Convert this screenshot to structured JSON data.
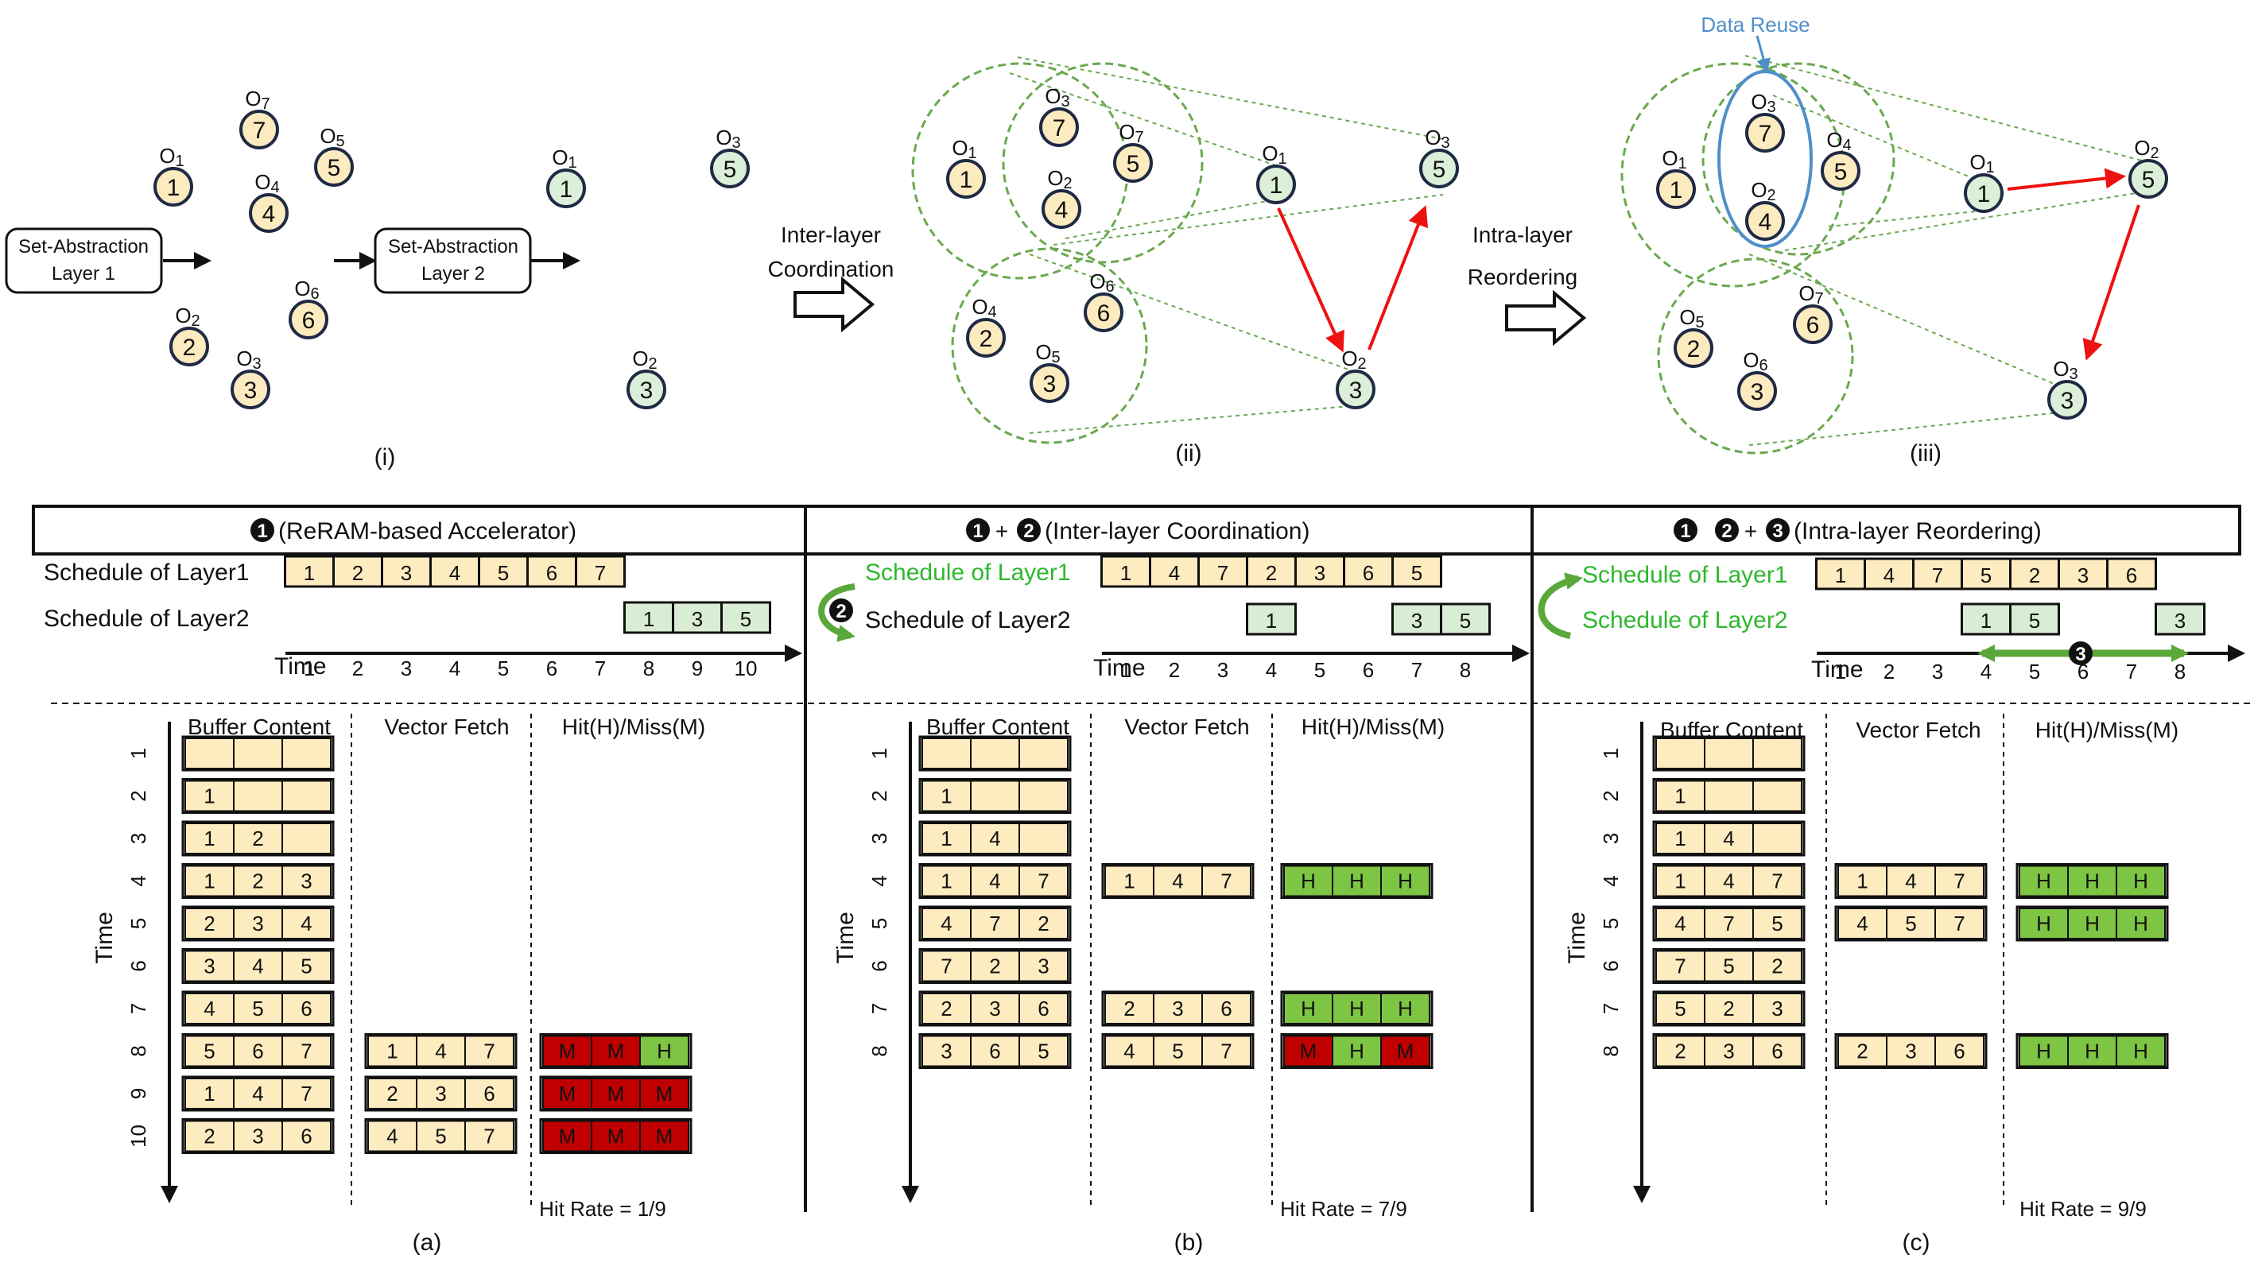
{
  "top": {
    "panels": [
      {
        "caption": "(i)",
        "layer1_label": [
          "Set-Abstraction",
          "Layer 1"
        ],
        "layer2_label": [
          "Set-Abstraction",
          "Layer 2"
        ],
        "input_points": [
          {
            "label": "O1",
            "num": "1"
          },
          {
            "label": "O7",
            "num": "7"
          },
          {
            "label": "O5",
            "num": "5"
          },
          {
            "label": "O4",
            "num": "4"
          },
          {
            "label": "O6",
            "num": "6"
          },
          {
            "label": "O2",
            "num": "2"
          },
          {
            "label": "O3",
            "num": "3"
          }
        ],
        "output_points": [
          {
            "label": "O1",
            "num": "1"
          },
          {
            "label": "O3",
            "num": "5"
          },
          {
            "label": "O2",
            "num": "3"
          }
        ]
      },
      {
        "caption": "(ii)",
        "transition": [
          "Inter-layer",
          "Coordination"
        ],
        "input_points": [
          {
            "label": "O1",
            "num": "1"
          },
          {
            "label": "O3",
            "num": "7"
          },
          {
            "label": "O7",
            "num": "5"
          },
          {
            "label": "O2",
            "num": "4"
          },
          {
            "label": "O4",
            "num": "2"
          },
          {
            "label": "O5",
            "num": "3"
          },
          {
            "label": "O6",
            "num": "6"
          }
        ],
        "output_points": [
          {
            "label": "O1",
            "num": "1"
          },
          {
            "label": "O3",
            "num": "5"
          },
          {
            "label": "O2",
            "num": "3"
          }
        ]
      },
      {
        "caption": "(iii)",
        "transition": [
          "Intra-layer",
          "Reordering"
        ],
        "annotation": "Data Reuse",
        "input_points": [
          {
            "label": "O1",
            "num": "1"
          },
          {
            "label": "O3",
            "num": "7"
          },
          {
            "label": "O2",
            "num": "4"
          },
          {
            "label": "O4",
            "num": "5"
          },
          {
            "label": "O5",
            "num": "2"
          },
          {
            "label": "O6",
            "num": "3"
          },
          {
            "label": "O7",
            "num": "6"
          }
        ],
        "output_points": [
          {
            "label": "O1",
            "num": "1"
          },
          {
            "label": "O2",
            "num": "5"
          },
          {
            "label": "O3",
            "num": "3"
          }
        ]
      }
    ]
  },
  "bottom": {
    "panels": [
      {
        "caption": "(a)",
        "header_badges": [
          "1"
        ],
        "header_text": "(ReRAM-based Accelerator)",
        "schedule_layer1_label": "Schedule of Layer1",
        "schedule_layer2_label": "Schedule of Layer2",
        "time_label": "Time",
        "layer1_schedule": [
          "1",
          "2",
          "3",
          "4",
          "5",
          "6",
          "7"
        ],
        "layer2_schedule": [
          "1",
          "3",
          "5"
        ],
        "time_ticks": [
          "1",
          "2",
          "3",
          "4",
          "5",
          "6",
          "7",
          "8",
          "9",
          "10"
        ],
        "col_headers": [
          "Buffer Content",
          "Vector Fetch",
          "Hit(H)/Miss(M)"
        ],
        "rows": [
          {
            "t": "1",
            "buffer": [
              "",
              "",
              ""
            ],
            "fetch": null,
            "hits": null
          },
          {
            "t": "2",
            "buffer": [
              "1",
              "",
              ""
            ],
            "fetch": null,
            "hits": null
          },
          {
            "t": "3",
            "buffer": [
              "1",
              "2",
              ""
            ],
            "fetch": null,
            "hits": null
          },
          {
            "t": "4",
            "buffer": [
              "1",
              "2",
              "3"
            ],
            "fetch": null,
            "hits": null
          },
          {
            "t": "5",
            "buffer": [
              "2",
              "3",
              "4"
            ],
            "fetch": null,
            "hits": null
          },
          {
            "t": "6",
            "buffer": [
              "3",
              "4",
              "5"
            ],
            "fetch": null,
            "hits": null
          },
          {
            "t": "7",
            "buffer": [
              "4",
              "5",
              "6"
            ],
            "fetch": null,
            "hits": null
          },
          {
            "t": "8",
            "buffer": [
              "5",
              "6",
              "7"
            ],
            "fetch": [
              "1",
              "4",
              "7"
            ],
            "hits": [
              "M",
              "M",
              "H"
            ]
          },
          {
            "t": "9",
            "buffer": [
              "1",
              "4",
              "7"
            ],
            "fetch": [
              "2",
              "3",
              "6"
            ],
            "hits": [
              "M",
              "M",
              "M"
            ]
          },
          {
            "t": "10",
            "buffer": [
              "2",
              "3",
              "6"
            ],
            "fetch": [
              "4",
              "5",
              "7"
            ],
            "hits": [
              "M",
              "M",
              "M"
            ]
          }
        ],
        "hit_rate": "Hit Rate = 1/9"
      },
      {
        "caption": "(b)",
        "header_badges": [
          "1",
          "2"
        ],
        "header_text": "(Inter-layer Coordination)",
        "schedule_layer1_label": "Schedule of Layer1",
        "schedule_layer2_label": "Schedule of Layer2",
        "time_label": "Time",
        "layer1_schedule": [
          "1",
          "4",
          "7",
          "2",
          "3",
          "6",
          "5"
        ],
        "layer2_schedule": [
          "1",
          "3",
          "5"
        ],
        "time_ticks": [
          "1",
          "2",
          "3",
          "4",
          "5",
          "6",
          "7",
          "8"
        ],
        "col_headers": [
          "Buffer Content",
          "Vector Fetch",
          "Hit(H)/Miss(M)"
        ],
        "rows": [
          {
            "t": "1",
            "buffer": [
              "",
              "",
              ""
            ],
            "fetch": null,
            "hits": null
          },
          {
            "t": "2",
            "buffer": [
              "1",
              "",
              ""
            ],
            "fetch": null,
            "hits": null
          },
          {
            "t": "3",
            "buffer": [
              "1",
              "4",
              ""
            ],
            "fetch": null,
            "hits": null
          },
          {
            "t": "4",
            "buffer": [
              "1",
              "4",
              "7"
            ],
            "fetch": [
              "1",
              "4",
              "7"
            ],
            "hits": [
              "H",
              "H",
              "H"
            ]
          },
          {
            "t": "5",
            "buffer": [
              "4",
              "7",
              "2"
            ],
            "fetch": null,
            "hits": null
          },
          {
            "t": "6",
            "buffer": [
              "7",
              "2",
              "3"
            ],
            "fetch": null,
            "hits": null
          },
          {
            "t": "7",
            "buffer": [
              "2",
              "3",
              "6"
            ],
            "fetch": [
              "2",
              "3",
              "6"
            ],
            "hits": [
              "H",
              "H",
              "H"
            ]
          },
          {
            "t": "8",
            "buffer": [
              "3",
              "6",
              "5"
            ],
            "fetch": [
              "4",
              "5",
              "7"
            ],
            "hits": [
              "M",
              "H",
              "M"
            ]
          }
        ],
        "hit_rate": "Hit Rate = 7/9"
      },
      {
        "caption": "(c)",
        "header_badges": [
          "1",
          "2",
          "3"
        ],
        "header_text": "(Intra-layer Reordering)",
        "schedule_layer1_label": "Schedule of Layer1",
        "schedule_layer2_label": "Schedule of Layer2",
        "time_label": "Time",
        "layer1_schedule": [
          "1",
          "4",
          "7",
          "5",
          "2",
          "3",
          "6"
        ],
        "layer2_schedule": [
          "1",
          "5",
          "3"
        ],
        "time_ticks": [
          "1",
          "2",
          "3",
          "4",
          "5",
          "6",
          "7",
          "8"
        ],
        "col_headers": [
          "Buffer Content",
          "Vector Fetch",
          "Hit(H)/Miss(M)"
        ],
        "rows": [
          {
            "t": "1",
            "buffer": [
              "",
              "",
              ""
            ],
            "fetch": null,
            "hits": null
          },
          {
            "t": "2",
            "buffer": [
              "1",
              "",
              ""
            ],
            "fetch": null,
            "hits": null
          },
          {
            "t": "3",
            "buffer": [
              "1",
              "4",
              ""
            ],
            "fetch": null,
            "hits": null
          },
          {
            "t": "4",
            "buffer": [
              "1",
              "4",
              "7"
            ],
            "fetch": [
              "1",
              "4",
              "7"
            ],
            "hits": [
              "H",
              "H",
              "H"
            ]
          },
          {
            "t": "5",
            "buffer": [
              "4",
              "7",
              "5"
            ],
            "fetch": [
              "4",
              "5",
              "7"
            ],
            "hits": [
              "H",
              "H",
              "H"
            ]
          },
          {
            "t": "6",
            "buffer": [
              "7",
              "5",
              "2"
            ],
            "fetch": null,
            "hits": null
          },
          {
            "t": "7",
            "buffer": [
              "5",
              "2",
              "3"
            ],
            "fetch": null,
            "hits": null
          },
          {
            "t": "8",
            "buffer": [
              "2",
              "3",
              "6"
            ],
            "fetch": [
              "2",
              "3",
              "6"
            ],
            "hits": [
              "H",
              "H",
              "H"
            ]
          }
        ],
        "hit_rate": "Hit Rate = 9/9"
      }
    ]
  },
  "colors": {
    "input_node": "#fdebc0",
    "output_node": "#dcefd8",
    "cell_fill": "#fdecc0",
    "schedule2_fill": "#d9ecd4",
    "hit": "#7ec544",
    "miss": "#c00000",
    "green_text": "#2eb82e",
    "circle_dash": "#6aa84f",
    "reuse_blue": "#4f8fc9",
    "red_arrow": "#ee1111"
  }
}
